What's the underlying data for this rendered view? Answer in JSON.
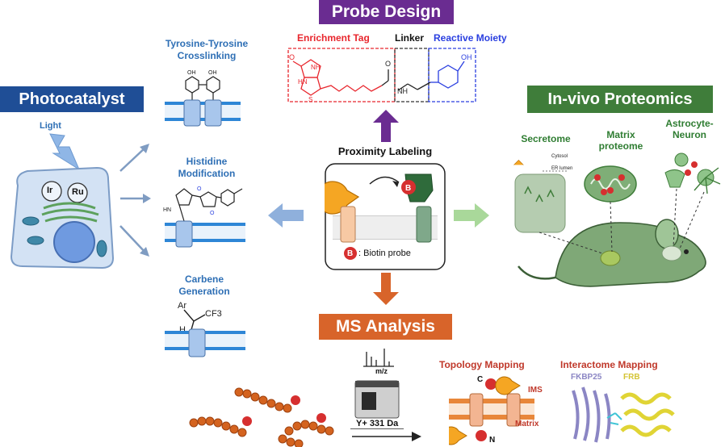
{
  "probe_design": {
    "title": "Probe Design",
    "enrichment_tag": "Enrichment Tag",
    "linker": "Linker",
    "reactive_moiety": "Reactive Moiety"
  },
  "photocatalyst": {
    "title": "Photocatalyst",
    "light_label": "Light",
    "metal_1": "Ir",
    "metal_2": "Ru"
  },
  "methods": {
    "tyrosine": "Tyrosine-Tyrosine Crosslinking",
    "histidine": "Histidine Modification",
    "carbene": "Carbene Generation",
    "carbene_ar": "Ar",
    "carbene_cf3": "CF3",
    "carbene_h": "H"
  },
  "center": {
    "title": "Proximity Labeling",
    "biotin_legend": ": Biotin probe",
    "biotin_symbol": "B"
  },
  "invivo": {
    "title": "In-vivo Proteomics",
    "secretome": "Secretome",
    "matrix_proteome": "Matrix proteome",
    "astrocyte_neuron": "Astrocyte-Neuron",
    "cytosol": "Cytosol",
    "er_lumen": "ER lumen"
  },
  "ms": {
    "title": "MS Analysis",
    "mz_label": "m/z",
    "mass_shift": "Y+ 331 Da"
  },
  "topology": {
    "title": "Topology Mapping",
    "ims": "IMS",
    "matrix": "Matrix",
    "c_term": "C",
    "n_term": "N"
  },
  "interactome": {
    "title": "Interactome Mapping",
    "protein_1": "FKBP25",
    "protein_2": "FRB"
  },
  "colors": {
    "purple_banner": "#6a2c91",
    "blue_banner": "#1f4e96",
    "green_banner": "#3f7d3a",
    "orange_banner": "#d8642a",
    "enrichment_red": "#e8262d",
    "reactive_blue": "#2a3fe0"
  }
}
